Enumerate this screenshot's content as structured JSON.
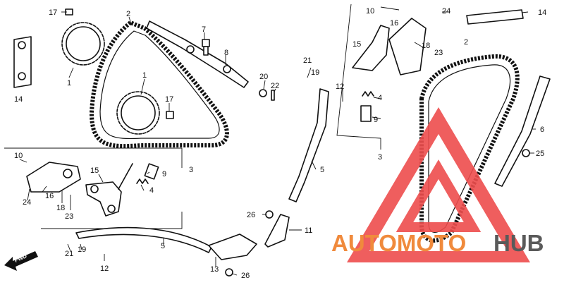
{
  "callouts": [
    {
      "id": "c17a",
      "text": "17"
    },
    {
      "id": "c2a",
      "text": "2"
    },
    {
      "id": "c7",
      "text": "7"
    },
    {
      "id": "c8",
      "text": "8"
    },
    {
      "id": "c1a",
      "text": "1"
    },
    {
      "id": "c1b",
      "text": "1"
    },
    {
      "id": "c14a",
      "text": "14"
    },
    {
      "id": "c17b",
      "text": "17"
    },
    {
      "id": "c20",
      "text": "20"
    },
    {
      "id": "c22",
      "text": "22"
    },
    {
      "id": "c10a",
      "text": "10"
    },
    {
      "id": "c3a",
      "text": "3"
    },
    {
      "id": "c15a",
      "text": "15"
    },
    {
      "id": "c9a",
      "text": "9"
    },
    {
      "id": "c4a",
      "text": "4"
    },
    {
      "id": "c16a",
      "text": "16"
    },
    {
      "id": "c24a",
      "text": "24"
    },
    {
      "id": "c18a",
      "text": "18"
    },
    {
      "id": "c23a",
      "text": "23"
    },
    {
      "id": "c21a",
      "text": "21"
    },
    {
      "id": "c19a",
      "text": "19"
    },
    {
      "id": "c12a",
      "text": "12"
    },
    {
      "id": "c5a",
      "text": "5"
    },
    {
      "id": "c13",
      "text": "13"
    },
    {
      "id": "c26a",
      "text": "26"
    },
    {
      "id": "c26b",
      "text": "26"
    },
    {
      "id": "c11",
      "text": "11"
    },
    {
      "id": "c21b",
      "text": "21"
    },
    {
      "id": "c19b",
      "text": "19"
    },
    {
      "id": "c12b",
      "text": "12"
    },
    {
      "id": "c5b",
      "text": "5"
    },
    {
      "id": "c10b",
      "text": "10"
    },
    {
      "id": "c24b",
      "text": "24"
    },
    {
      "id": "c14b",
      "text": "14"
    },
    {
      "id": "c16b",
      "text": "16"
    },
    {
      "id": "c15b",
      "text": "15"
    },
    {
      "id": "c18b",
      "text": "18"
    },
    {
      "id": "c23b",
      "text": "23"
    },
    {
      "id": "c4b",
      "text": "4"
    },
    {
      "id": "c9b",
      "text": "9"
    },
    {
      "id": "c3b",
      "text": "3"
    },
    {
      "id": "c2b",
      "text": "2"
    },
    {
      "id": "c6",
      "text": "6"
    },
    {
      "id": "c25",
      "text": "25"
    }
  ],
  "direction_label": "FWD",
  "watermark": {
    "text_accent": "AUTOMOTO",
    "text_dark": "HUB",
    "accent_color": "#f08a3c",
    "dark_color": "#5a5a5a",
    "triangle_color": "#ee4d4d"
  }
}
